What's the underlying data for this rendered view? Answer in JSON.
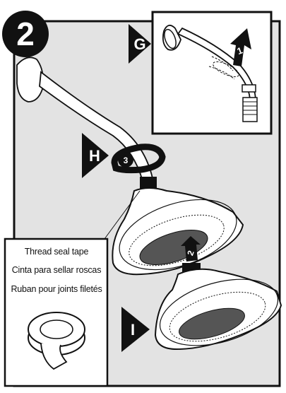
{
  "step": {
    "number": "2"
  },
  "callouts": {
    "G": "G",
    "H": "H",
    "I": "I"
  },
  "sequence": {
    "first": "1",
    "second": "2",
    "third": "3"
  },
  "tape_box": {
    "lines": [
      "Thread seal tape",
      "Cinta para sellar roscas",
      "Ruban pour joints filetés"
    ]
  },
  "colors": {
    "panel_gray": "#e3e3e3",
    "ink": "#111111",
    "white": "#ffffff"
  }
}
